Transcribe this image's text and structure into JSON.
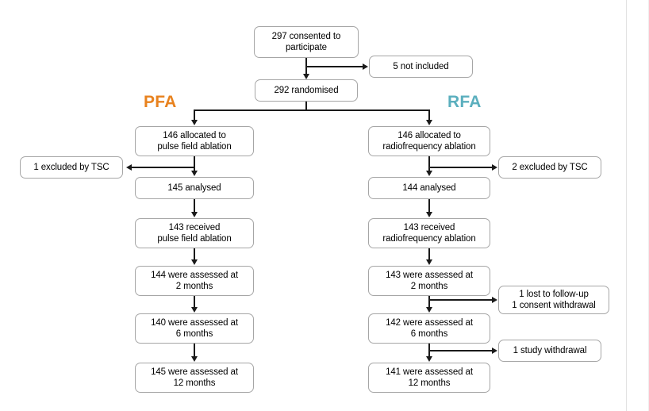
{
  "diagram": {
    "type": "consort-flow-diagram",
    "colors": {
      "pfa_label": "#E8821E",
      "rfa_label": "#5BAFBE",
      "box_border": "#A6A6A6",
      "connector": "#1A1A1A",
      "background": "#FFFFFF",
      "text": "#000000"
    },
    "arms": {
      "left_label": "PFA",
      "right_label": "RFA"
    },
    "enrollment": {
      "consented": "297 consented to\nparticipate",
      "not_included": "5 not included",
      "randomised": "292 randomised"
    },
    "left_arm": {
      "allocated": "146 allocated to\npulse field ablation",
      "excluded": "1 excluded by TSC",
      "analysed": "145 analysed",
      "received": "143 received\npulse field ablation",
      "assessed_2m": "144 were assessed at\n2 months",
      "assessed_6m": "140 were assessed at\n6 months",
      "assessed_12m": "145 were assessed at\n12 months"
    },
    "right_arm": {
      "allocated": "146 allocated to\nradiofrequency ablation",
      "excluded": "2 excluded by TSC",
      "analysed": "144 analysed",
      "received": "143 received\nradiofrequency ablation",
      "assessed_2m": "143 were assessed at\n2 months",
      "lost_after_2m": "1 lost to follow-up\n1 consent withdrawal",
      "assessed_6m": "142 were assessed at\n6 months",
      "lost_after_6m": "1 study withdrawal",
      "assessed_12m": "141 were assessed at\n12 months"
    }
  }
}
